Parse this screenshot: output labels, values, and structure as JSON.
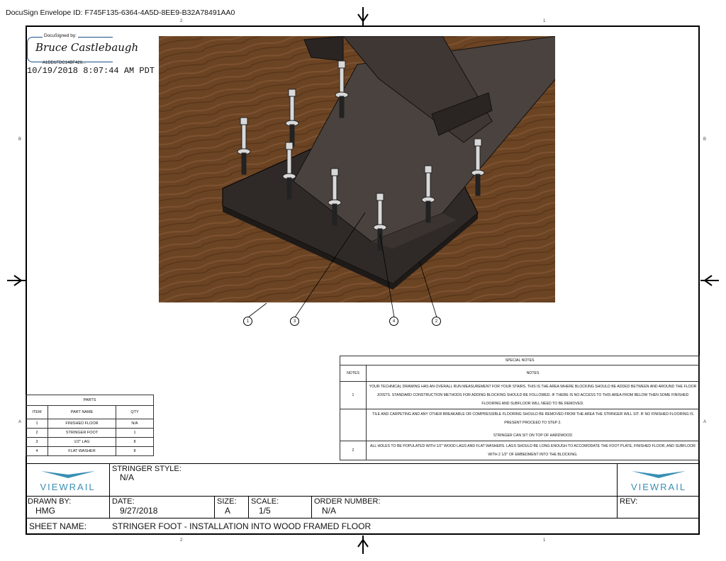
{
  "envelope_id": "DocuSign Envelope ID: F745F135-6364-4A5D-8EE9-B32A78491AA0",
  "docusign": {
    "title": "DocuSigned by:",
    "signature": "Bruce Castlebaugh",
    "id": "A1DD1FDC14BF426...",
    "date": "10/19/2018 8:07:44 AM PDT"
  },
  "zones": {
    "top_left": "2",
    "top_right": "1",
    "left_b": "B",
    "right_b": "B",
    "left_a": "A",
    "right_a": "A",
    "bottom_left": "2",
    "bottom_right": "1"
  },
  "callouts": [
    "1",
    "3",
    "4",
    "2"
  ],
  "parts": {
    "title": "PARTS",
    "headers": [
      "ITEM",
      "PART NAME",
      "QTY"
    ],
    "rows": [
      [
        "1",
        "FINISHED FLOOR",
        "N/A"
      ],
      [
        "2",
        "STRINGER FOOT",
        "1"
      ],
      [
        "3",
        "1/2\" LAG",
        "8"
      ],
      [
        "4",
        "FLAT WASHER",
        "8"
      ]
    ]
  },
  "notes": {
    "title": "SPECIAL NOTES",
    "headers": [
      "NOTES",
      "NOTES"
    ],
    "rows": [
      {
        "num": "1",
        "text": "YOUR TECHNICAL DRAWING HAS AN OVERALL RUN MEASUREMENT FOR YOUR STAIRS. THIS IS THE AREA WHERE BLOCKING SHOULD BE ADDED BETWEEN AND AROUND THE FLOOR JOISTS. STANDARD CONSTRUCTION METHODS FOR ADDING BLOCKING SHOULD BE FOLLOWED. IF THERE IS NO ACCESS TO THIS AREA FROM BELOW THEN SOME FINISHED FLOORING AND SUBFLOOR WILL NEED TO BE REMOVED."
      },
      {
        "num": "",
        "text": "TILE AND CARPETING AND ANY OTHER BREAKABLE OR COMPRESSIBLE FLOORING SHOULD BE REMOVED FROM THE AREA THE STRINGER WILL SIT. IF NO FINISHED FLOORING IS PRESENT PROCEED TO STEP 2.",
        "text2": "STRINGER CAN SIT ON TOP OF HARDWOOD"
      },
      {
        "num": "2",
        "text": "ALL HOLES TO BE POPULATED WITH 1/2\" WOOD LAGS AND FLAT WASHERS. LAGS SHOULD BE LONG ENOUGH TO ACCOMODATE THE FOOT PLATE, FINISHED FLOOR, AND SUBFLOOR WITH 2 1/2\" OF EMBEDMENT INTO THE BLOCKING."
      }
    ]
  },
  "title_block": {
    "logo_text": "VIEWRAIL",
    "stringer_style_label": "STRINGER STYLE:",
    "stringer_style_value": "N/A",
    "drawn_by_label": "DRAWN BY:",
    "drawn_by_value": "HMG",
    "date_label": "DATE:",
    "date_value": "9/27/2018",
    "size_label": "SIZE:",
    "size_value": "A",
    "scale_label": "SCALE:",
    "scale_value": "1/5",
    "order_label": "ORDER NUMBER:",
    "order_value": "N/A",
    "rev_label": "REV:",
    "sheet_label": "SHEET NAME:",
    "sheet_value": "STRINGER FOOT - INSTALLATION INTO WOOD FRAMED FLOOR"
  },
  "colors": {
    "wood": "#6b4424",
    "steel": "#3a3330",
    "logo": "#3a8fb4",
    "docusign": "#1a4f8a"
  }
}
